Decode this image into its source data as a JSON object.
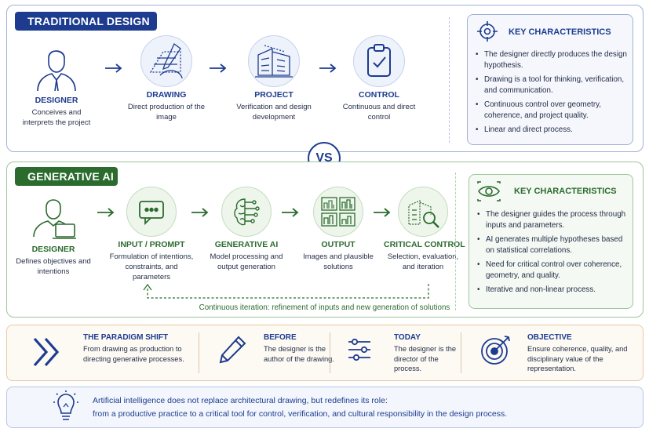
{
  "traditional": {
    "banner": "TRADITIONAL DESIGN",
    "steps": [
      {
        "title": "DESIGNER",
        "desc": "Conceives and interprets the project",
        "icon": "person-icon"
      },
      {
        "title": "DRAWING",
        "desc": "Direct production of the image",
        "icon": "hand-drawing-icon"
      },
      {
        "title": "PROJECT",
        "desc": "Verification and design development",
        "icon": "building-sketch-icon"
      },
      {
        "title": "CONTROL",
        "desc": "Continuous and direct control",
        "icon": "clipboard-check-icon"
      }
    ],
    "key": {
      "title": "KEY CHARACTERISTICS",
      "icon": "target-icon",
      "items": [
        "The designer directly produces the design hypothesis.",
        "Drawing is a tool for thinking, verification, and communication.",
        "Continuous control over geometry, coherence, and project quality.",
        "Linear and direct process."
      ]
    }
  },
  "vs": "VS",
  "generative": {
    "banner": "GENERATIVE AI",
    "steps": [
      {
        "title": "DESIGNER",
        "desc": "Defines objectives and intentions",
        "icon": "person-laptop-icon"
      },
      {
        "title": "INPUT / PROMPT",
        "desc": "Formulation of intentions, constraints, and parameters",
        "icon": "chat-bubble-icon"
      },
      {
        "title": "GENERATIVE AI",
        "desc": "Model processing and output generation",
        "icon": "brain-circuit-icon"
      },
      {
        "title": "OUTPUT",
        "desc": "Images and plausible solutions",
        "icon": "image-grid-icon"
      },
      {
        "title": "CRITICAL CONTROL",
        "desc": "Selection, evaluation, and iteration",
        "icon": "magnifier-building-icon"
      }
    ],
    "iteration": "Continuous iteration: refinement of inputs and new generation of solutions",
    "key": {
      "title": "KEY CHARACTERISTICS",
      "icon": "eye-icon",
      "items": [
        "The designer guides the process through inputs and parameters.",
        "AI generates multiple hypotheses based on statistical correlations.",
        "Need for critical control over coherence, geometry, and quality.",
        "Iterative and non-linear process."
      ]
    }
  },
  "shift": {
    "title": "THE PARADIGM SHIFT",
    "desc": "From drawing as production to directing generative processes.",
    "before": {
      "title": "BEFORE",
      "desc": "The designer is the author of the drawing."
    },
    "today": {
      "title": "TODAY",
      "desc": "The designer is the director of the process."
    },
    "objective": {
      "title": "OBJECTIVE",
      "desc": "Ensure coherence, quality, and disciplinary value of the representation."
    }
  },
  "note": {
    "line1": "Artificial intelligence does not replace architectural drawing, but redefines its role:",
    "line2": "from a productive practice to a critical tool for control, verification, and cultural responsibility in the design process.",
    "icon": "lightbulb-icon"
  },
  "colors": {
    "blue": "#1d3c8f",
    "green": "#2b6b2e",
    "orange_border": "#e9c9a0"
  }
}
